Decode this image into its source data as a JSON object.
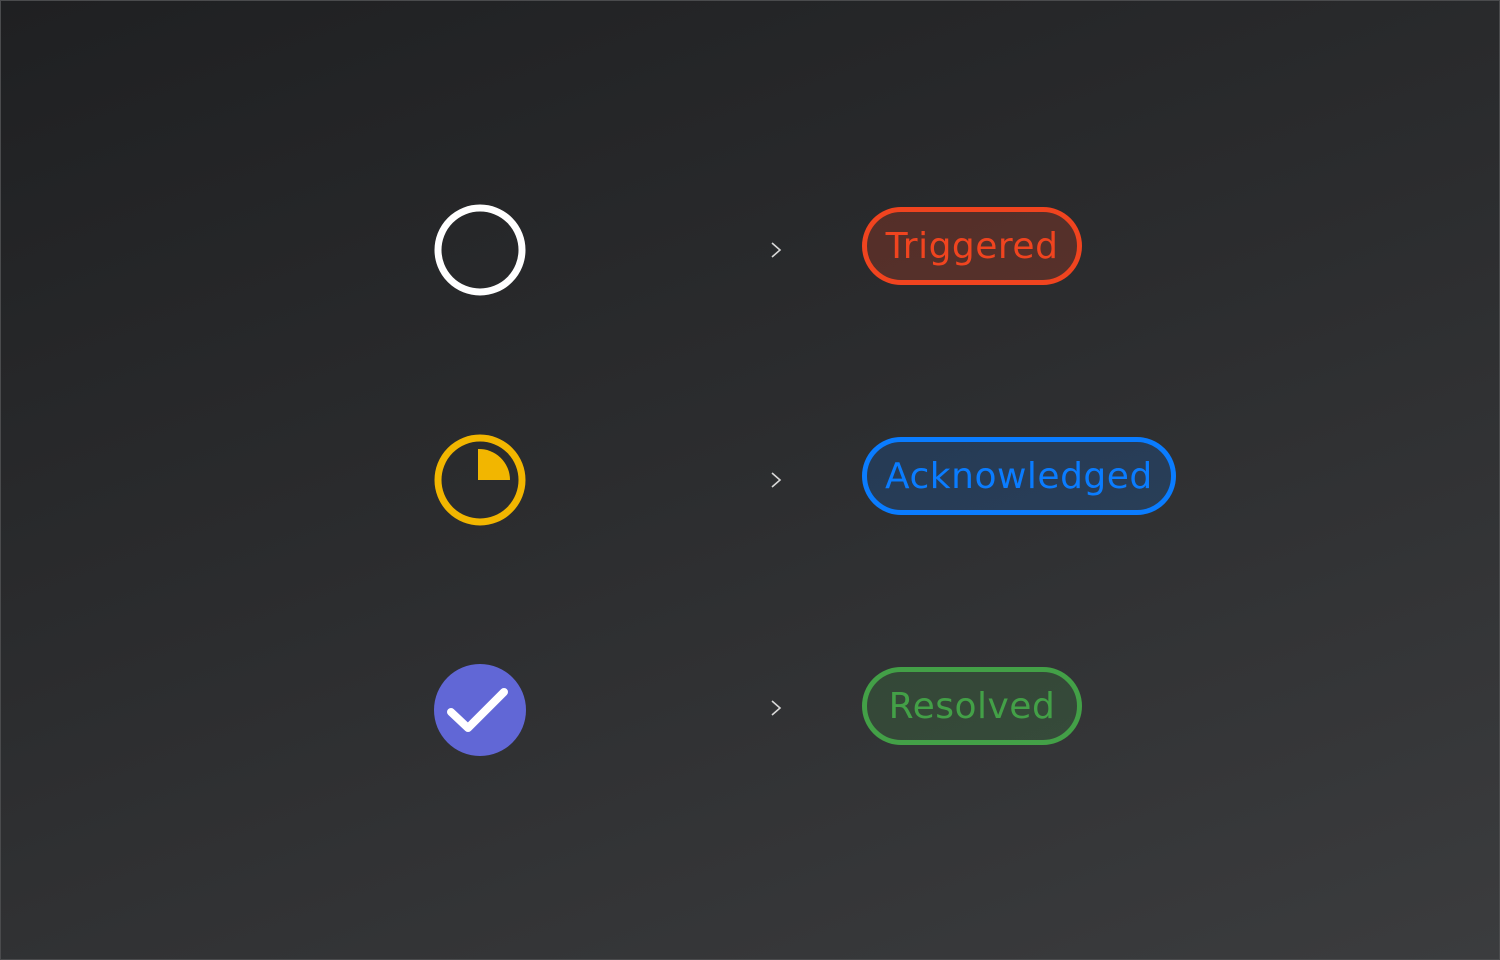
{
  "statuses": [
    {
      "label": "Triggered",
      "icon": "empty-circle-icon",
      "color": "#f0441f",
      "icon_color": "#ffffff"
    },
    {
      "label": "Acknowledged",
      "icon": "quarter-pie-circle-icon",
      "color": "#0a7cff",
      "icon_color": "#f2b600"
    },
    {
      "label": "Resolved",
      "icon": "check-circle-icon",
      "color": "#43a047",
      "icon_color": "#6167d6"
    }
  ]
}
